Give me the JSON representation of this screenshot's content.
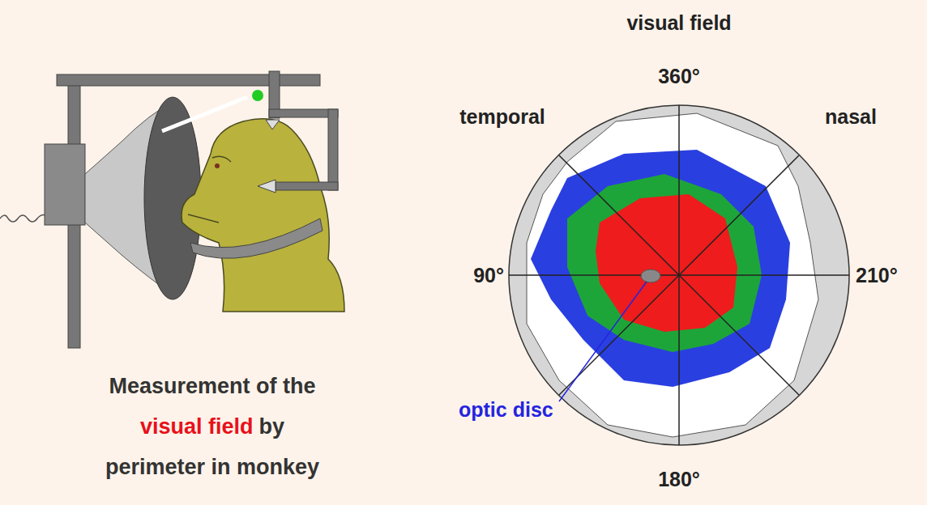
{
  "diagram": {
    "labels": [
      "Measurement of the",
      "visual field",
      "by",
      "perimeter in monkey",
      "visual field",
      "360°",
      "temporal",
      "nasal",
      "90°",
      "210°",
      "optic disc",
      "180°"
    ]
  }
}
